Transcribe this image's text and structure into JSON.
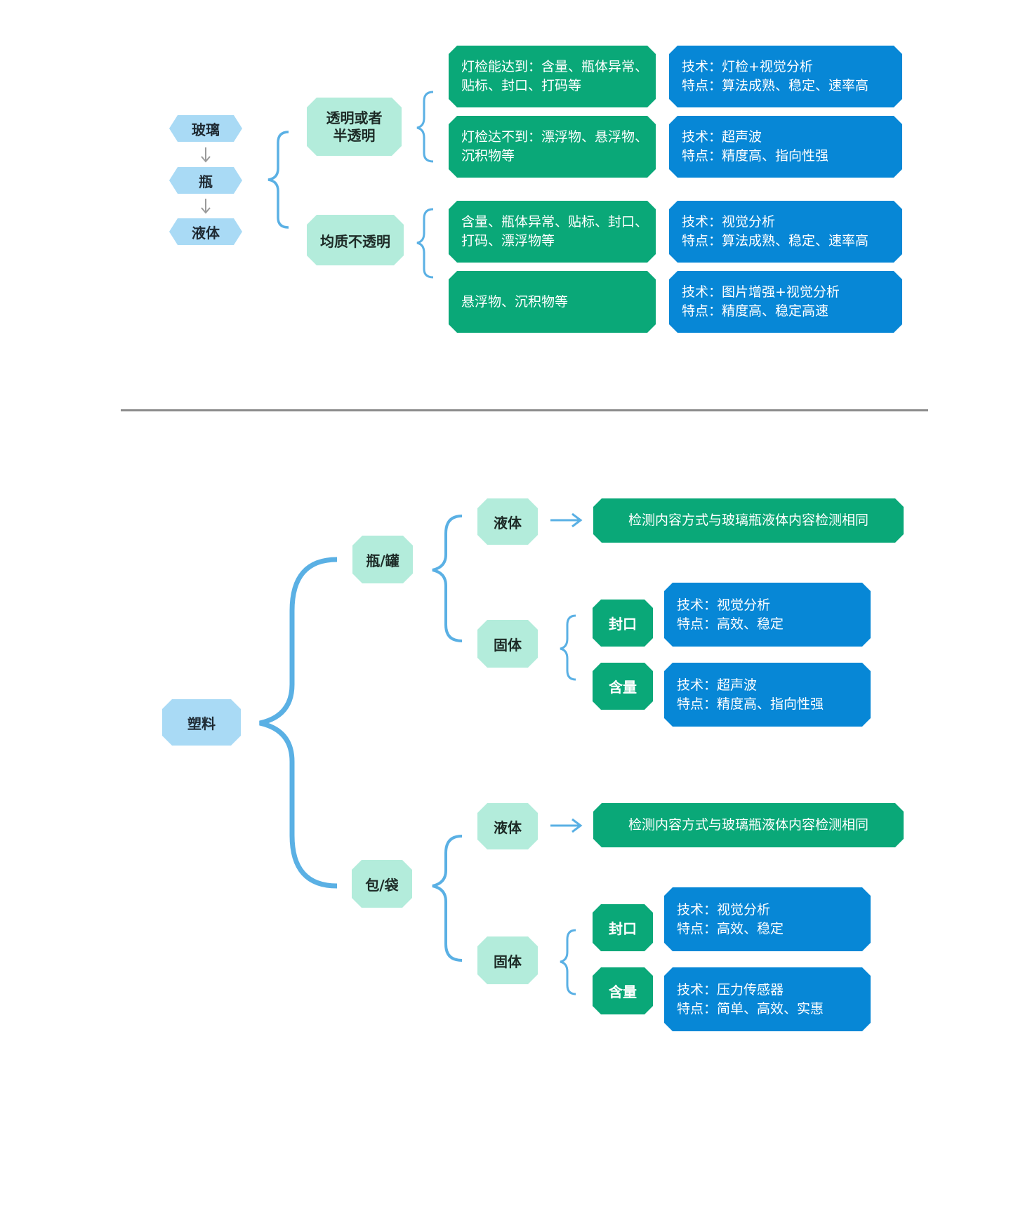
{
  "glass": {
    "chain": [
      "玻璃",
      "瓶",
      "液体"
    ],
    "transparent": {
      "label": "透明或者半透明",
      "label_lines": [
        "透明或者",
        "半透明"
      ],
      "rows": [
        {
          "scope": [
            "灯检能达到：含量、瓶体异常、",
            "贴标、封口、打码等"
          ],
          "tech": [
            "技术：灯检+视觉分析",
            "特点：算法成熟、稳定、速率高"
          ]
        },
        {
          "scope": [
            "灯检达不到：漂浮物、悬浮物、",
            "沉积物等"
          ],
          "tech": [
            "技术：超声波",
            "特点：精度高、指向性强"
          ]
        }
      ]
    },
    "opaque": {
      "label": "均质不透明",
      "rows": [
        {
          "scope": [
            "含量、瓶体异常、贴标、封口、",
            "打码、漂浮物等"
          ],
          "tech": [
            "技术：视觉分析",
            "特点：算法成熟、稳定、速率高"
          ]
        },
        {
          "scope": [
            "悬浮物、沉积物等"
          ],
          "tech": [
            "技术：图片增强+视觉分析",
            "特点：精度高、稳定高速"
          ]
        }
      ]
    }
  },
  "plastic": {
    "root": "塑料",
    "bottle": {
      "label": "瓶/罐",
      "liquid": {
        "label": "液体",
        "note": "检测内容方式与玻璃瓶液体内容检测相同"
      },
      "solid": {
        "label": "固体",
        "items": [
          {
            "label": "封口",
            "tech": [
              "技术：视觉分析",
              "特点：高效、稳定"
            ]
          },
          {
            "label": "含量",
            "tech": [
              "技术：超声波",
              "特点：精度高、指向性强"
            ]
          }
        ]
      }
    },
    "bag": {
      "label": "包/袋",
      "liquid": {
        "label": "液体",
        "note": "检测内容方式与玻璃瓶液体内容检测相同"
      },
      "solid": {
        "label": "固体",
        "items": [
          {
            "label": "封口",
            "tech": [
              "技术：视觉分析",
              "特点：高效、稳定"
            ]
          },
          {
            "label": "含量",
            "tech": [
              "技术：压力传感器",
              "特点：简单、高效、实惠"
            ]
          }
        ]
      }
    }
  },
  "colors": {
    "green": "#0aa878",
    "blue": "#0787d6",
    "mint": "#b3ecdb",
    "light_blue": "#a9daf5",
    "bracket": "#5ab0e4",
    "divider": "#8c8c8c"
  }
}
